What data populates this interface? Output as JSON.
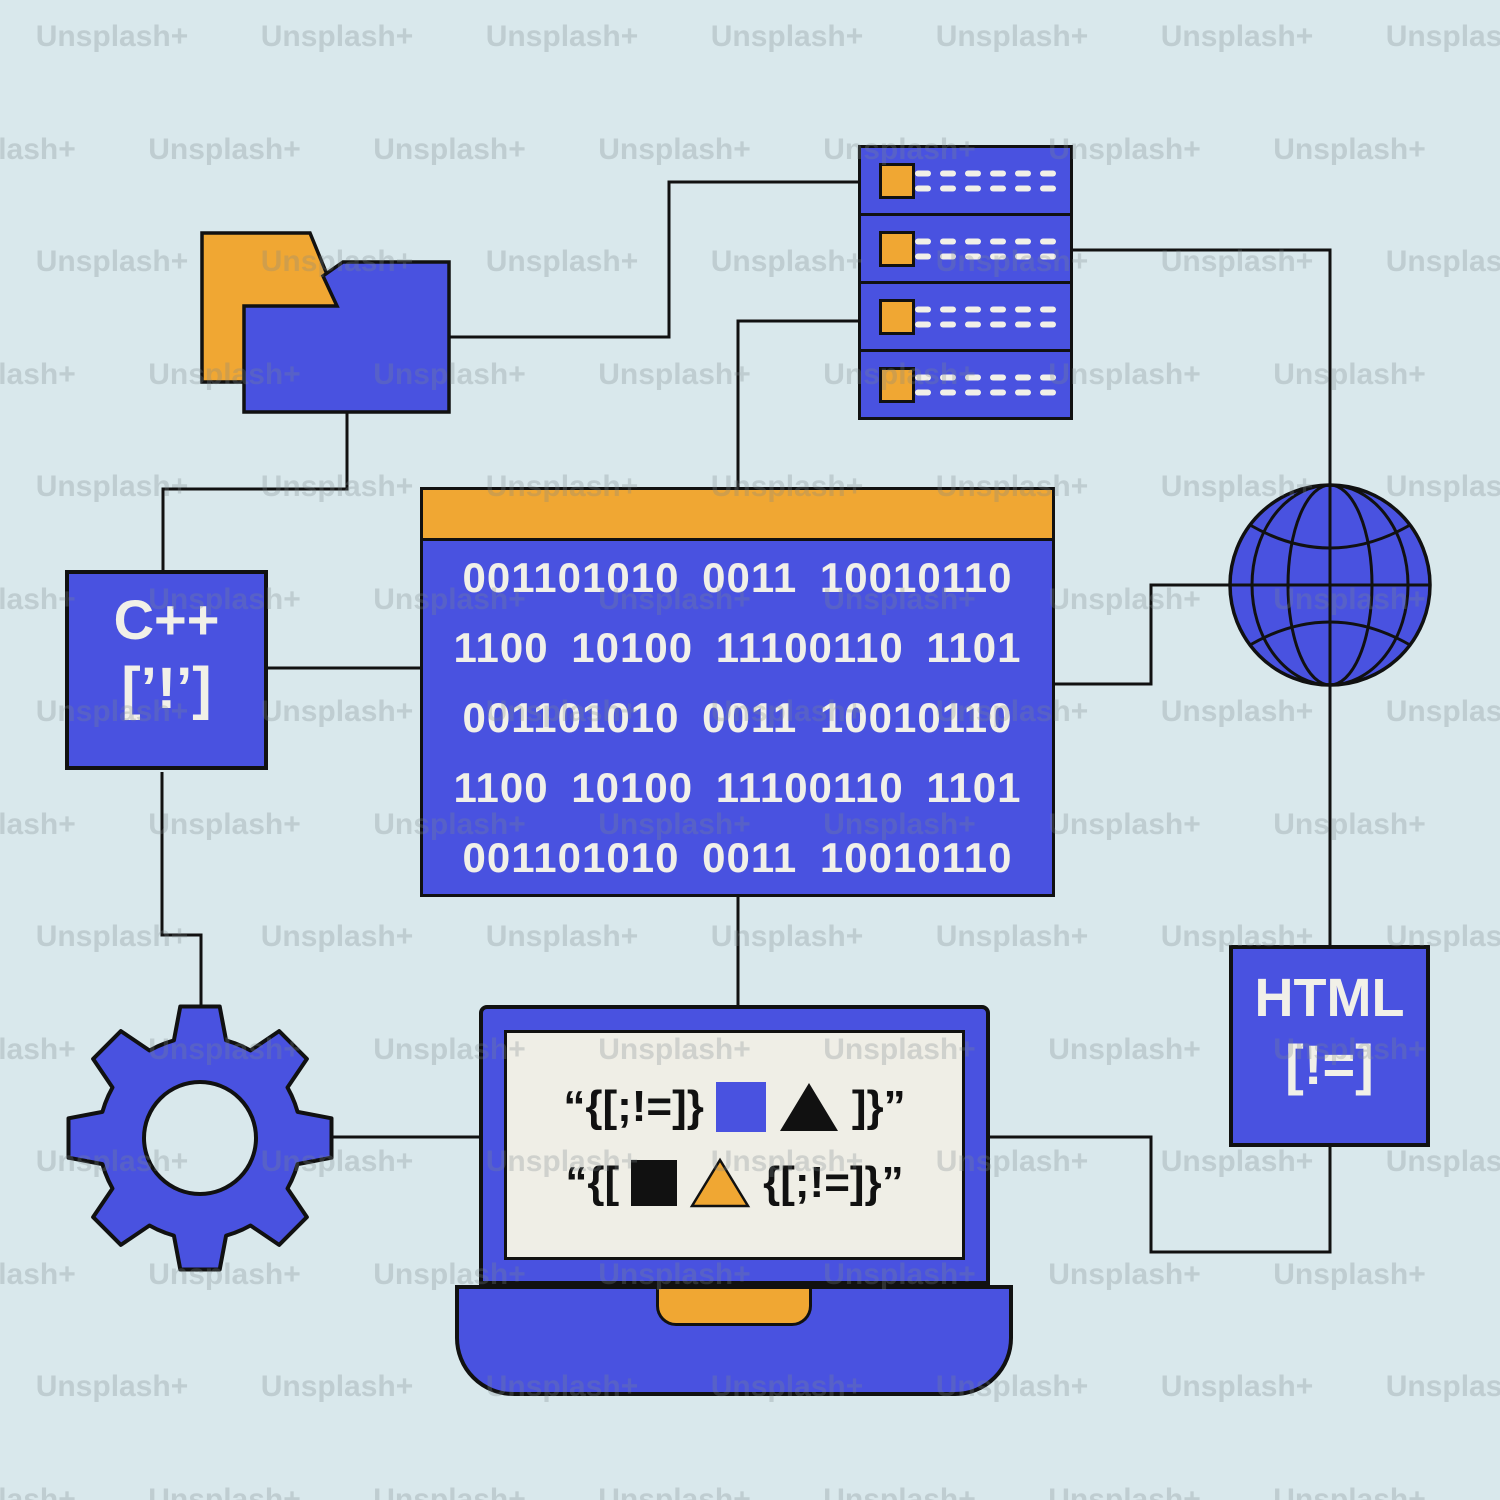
{
  "watermark": {
    "label": "Unsplash+"
  },
  "colors": {
    "background": "#d9e8ec",
    "primary_blue": "#4952e0",
    "accent_orange": "#f0a733",
    "outline_black": "#111111",
    "screen_cream": "#efeee6",
    "code_text_cream": "#f1f0e8"
  },
  "server_rack": {
    "unit_count": 4,
    "dash_rows_per_unit": 2,
    "dashes_per_row": 6
  },
  "binary_window": {
    "lines": [
      "001101010 0011 10010110",
      "1100 10100 11100110 1101",
      "001101010 0011 10010110",
      "1100 10100 11100110 1101",
      "001101010 0011 10010110"
    ]
  },
  "cpp_box": {
    "title": "C++",
    "code": "[’!’]"
  },
  "html_box": {
    "title": "HTML",
    "code": "[!=]"
  },
  "laptop": {
    "line1_prefix": "“{[;!=]}",
    "line1_suffix": "]}”",
    "line2_prefix": "“{[",
    "line2_suffix": "{[;!=]}”"
  }
}
